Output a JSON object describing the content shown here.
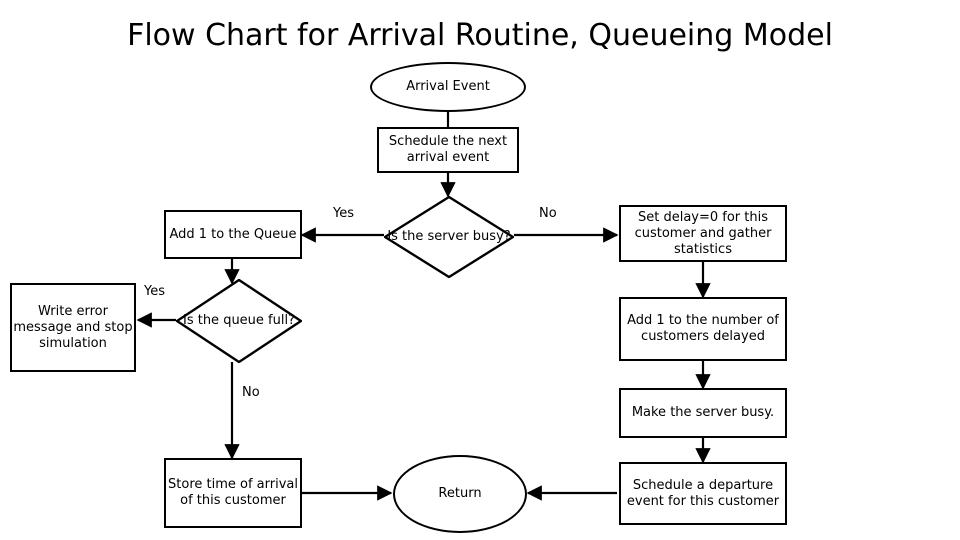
{
  "title": "Flow Chart for Arrival Routine, Queueing Model",
  "diagram": {
    "type": "flowchart",
    "nodes": {
      "arrival_event": {
        "label": "Arrival Event",
        "shape": "ellipse"
      },
      "schedule_next_arrival": {
        "label": "Schedule the next arrival event",
        "shape": "rectangle"
      },
      "is_server_busy": {
        "label": "Is the server busy?",
        "shape": "diamond"
      },
      "add_one_queue": {
        "label": "Add 1 to the Queue",
        "shape": "rectangle"
      },
      "set_delay_zero": {
        "label": "Set delay=0 for this customer and gather statistics",
        "shape": "rectangle"
      },
      "is_queue_full": {
        "label": "Is the queue full?",
        "shape": "diamond"
      },
      "write_error": {
        "label": "Write error message and stop simulation",
        "shape": "rectangle"
      },
      "add_one_delayed": {
        "label": "Add 1 to the number of customers delayed",
        "shape": "rectangle"
      },
      "make_server_busy": {
        "label": "Make the server busy.",
        "shape": "rectangle"
      },
      "store_time_arrival": {
        "label": "Store time of arrival of this customer",
        "shape": "rectangle"
      },
      "schedule_departure": {
        "label": "Schedule a departure event for this customer",
        "shape": "rectangle"
      },
      "return_node": {
        "label": "Return",
        "shape": "ellipse"
      }
    },
    "edge_labels": {
      "server_busy_yes": "Yes",
      "server_busy_no": "No",
      "queue_full_yes": "Yes",
      "queue_full_no": "No"
    },
    "colors": {
      "stroke": "#000000",
      "fill": "#ffffff",
      "text": "#000000"
    }
  }
}
